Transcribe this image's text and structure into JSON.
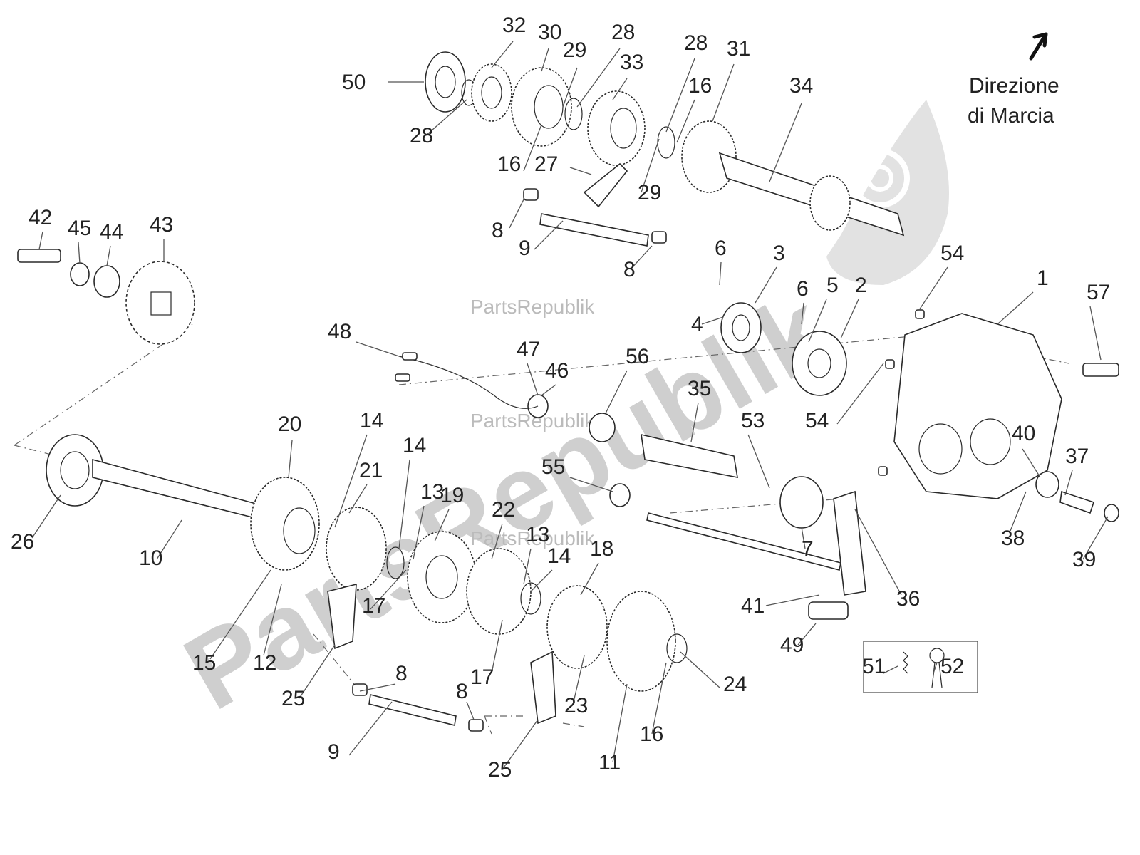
{
  "watermark": {
    "big_text": "PartsRepublik",
    "small_text": "PartsRepublik"
  },
  "direction": {
    "line1": "Direzione",
    "line2": "di Marcia",
    "icon": "arrow-up-right-icon"
  },
  "labels": [
    "1",
    "2",
    "3",
    "4",
    "5",
    "6",
    "6",
    "7",
    "8",
    "8",
    "8",
    "8",
    "9",
    "9",
    "10",
    "11",
    "12",
    "13",
    "13",
    "14",
    "14",
    "14",
    "15",
    "16",
    "16",
    "16",
    "17",
    "17",
    "18",
    "19",
    "20",
    "21",
    "22",
    "23",
    "24",
    "25",
    "25",
    "26",
    "27",
    "28",
    "28",
    "28",
    "29",
    "29",
    "30",
    "31",
    "32",
    "33",
    "34",
    "35",
    "36",
    "37",
    "38",
    "39",
    "40",
    "41",
    "42",
    "43",
    "44",
    "45",
    "46",
    "47",
    "48",
    "49",
    "50",
    "51",
    "52",
    "53",
    "54",
    "54",
    "55",
    "56",
    "57"
  ],
  "colors": {
    "line": "#2a2a2a",
    "watermark": "#cfcfcf",
    "text": "#222222"
  }
}
